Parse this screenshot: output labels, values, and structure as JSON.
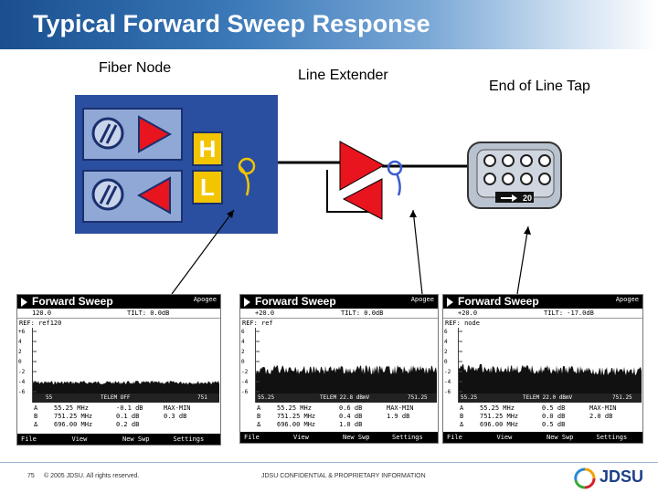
{
  "slide": {
    "title": "Typical Forward Sweep Response",
    "page_number": "75",
    "copyright": "© 2005 JDSU. All rights reserved.",
    "confidential": "JDSU CONFIDENTIAL & PROPRIETARY INFORMATION",
    "logo": "JDSU"
  },
  "labels": {
    "fiber_node": "Fiber Node",
    "line_extender": "Line Extender",
    "end_of_line_tap": "End of Line Tap",
    "hl_high": "H",
    "hl_low": "L",
    "tap_value": "20"
  },
  "colors": {
    "node_blue": "#2a4fa0",
    "amp_red": "#e8141e",
    "hl_yellow": "#f2c500",
    "tap_gray": "#b9c2cf"
  },
  "screens": [
    {
      "title": "Forward Sweep",
      "right_tag": "Apogee",
      "ref_level": "120.0",
      "tilt": "TILT: 0.0dB",
      "ref": "REF: ref120",
      "y_ticks": [
        "+6",
        "4",
        "2",
        "0",
        "-2",
        "-4",
        "-6"
      ],
      "bar_left": "55",
      "bar_mid": "TELEM OFF",
      "bar_right": "751",
      "readouts": [
        {
          "label": "A",
          "freq": "55.25 MHz",
          "val": "-0.1 dB",
          "extra": "MAX-MIN"
        },
        {
          "label": "B",
          "freq": "751.25 MHz",
          "val": "0.1 dB",
          "extra": "0.3 dB"
        },
        {
          "label": "Δ",
          "freq": "696.00 MHz",
          "val": "0.2 dB",
          "extra": ""
        }
      ],
      "menu": [
        "File",
        "View",
        "New Swp",
        "Settings"
      ]
    },
    {
      "title": "Forward Sweep",
      "right_tag": "Apogee",
      "ref_level": "+20.0",
      "tilt": "TILT: 0.0dB",
      "ref": "REF: ref",
      "y_ticks": [
        "6",
        "4",
        "2",
        "0",
        "-2",
        "-4",
        "-6"
      ],
      "bar_left": "55.25",
      "bar_mid": "TELEM 22.8 dBmV",
      "bar_right": "751.25",
      "readouts": [
        {
          "label": "A",
          "freq": "55.25 MHz",
          "val": "0.6 dB",
          "extra": "MAX-MIN"
        },
        {
          "label": "B",
          "freq": "751.25 MHz",
          "val": "0.4 dB",
          "extra": "1.9 dB"
        },
        {
          "label": "Δ",
          "freq": "696.00 MHz",
          "val": "1.0 dB",
          "extra": ""
        }
      ],
      "menu": [
        "File",
        "View",
        "New Swp",
        "Settings"
      ]
    },
    {
      "title": "Forward Sweep",
      "right_tag": "Apogee",
      "ref_level": "+20.0",
      "tilt": "TILT: -17.0dB",
      "ref": "REF: node",
      "y_ticks": [
        "6",
        "4",
        "2",
        "0",
        "-2",
        "-4",
        "-6"
      ],
      "bar_left": "55.25",
      "bar_mid": "TELEM 22.0 dBmV",
      "bar_right": "751.25",
      "readouts": [
        {
          "label": "A",
          "freq": "55.25 MHz",
          "val": "0.5 dB",
          "extra": "MAX-MIN"
        },
        {
          "label": "B",
          "freq": "751.25 MHz",
          "val": "0.0 dB",
          "extra": "2.0 dB"
        },
        {
          "label": "Δ",
          "freq": "696.00 MHz",
          "val": "0.5 dB",
          "extra": ""
        }
      ],
      "menu": [
        "File",
        "View",
        "New Swp",
        "Settings"
      ]
    }
  ]
}
